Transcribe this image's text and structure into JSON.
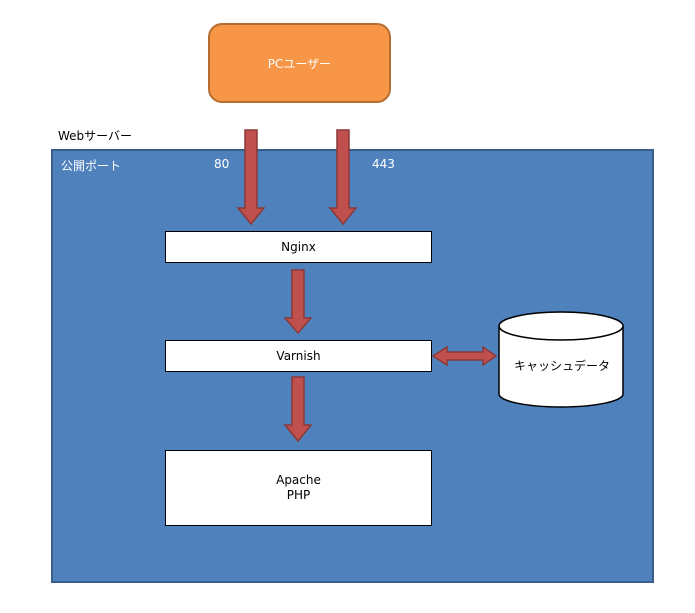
{
  "user": {
    "label": "PCユーザー"
  },
  "server": {
    "title": "Webサーバー",
    "public_port_label": "公開ポート",
    "ports": [
      "80",
      "443"
    ]
  },
  "nodes": {
    "nginx": "Nginx",
    "varnish": "Varnish",
    "apache_line1": "Apache",
    "apache_line2": "PHP"
  },
  "cache": {
    "label": "キャッシュデータ"
  },
  "colors": {
    "user_fill": "#f79646",
    "server_fill": "#4f81bd",
    "arrow_fill": "#c0504d"
  }
}
